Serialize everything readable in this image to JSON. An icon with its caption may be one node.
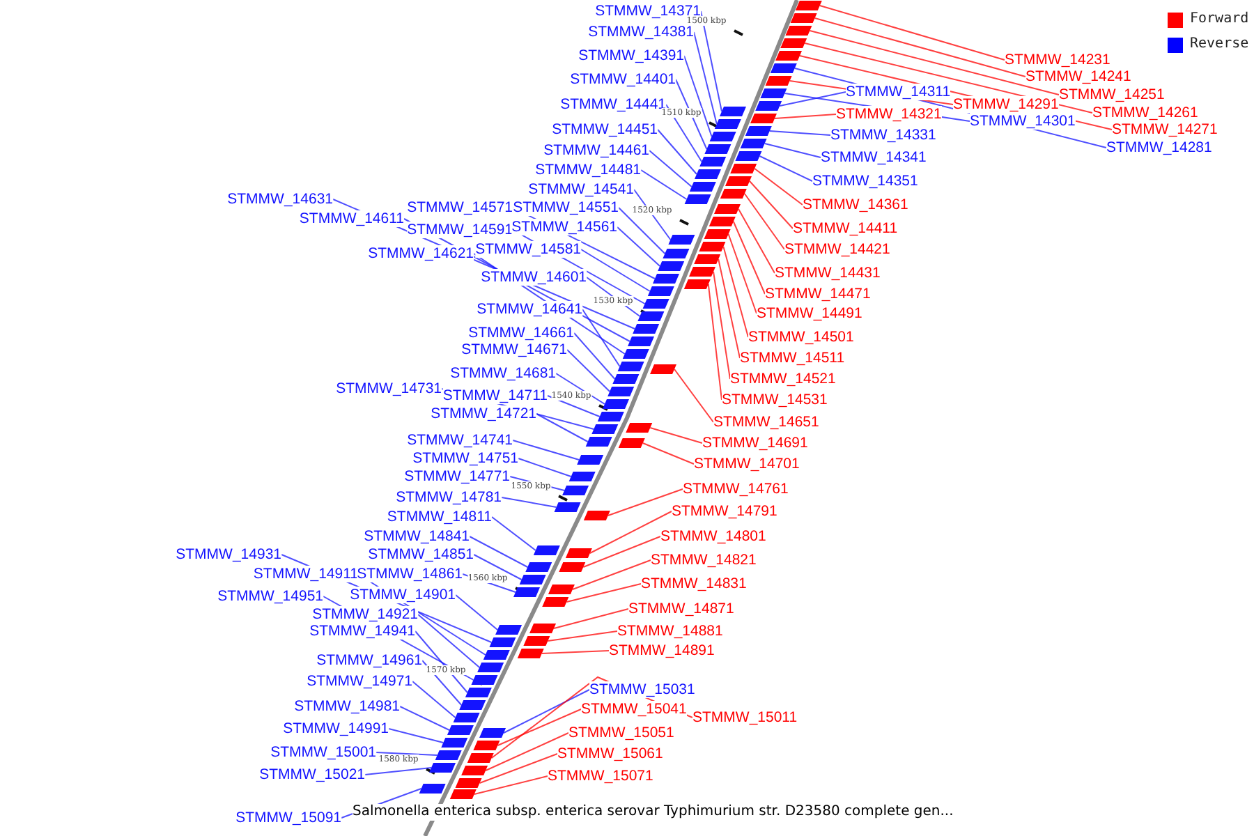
{
  "diagram": {
    "caption": "Salmonella enterica subsp. enterica serovar Typhimurium str. D23580 complete gen...",
    "nodes": [
      {
        "text": [
          "STMMW_14371"
        ]
      },
      {
        "text": [
          "STMMW_14381"
        ]
      },
      {
        "text": [
          "STMMW_14391"
        ]
      },
      {
        "text": [
          "STMMW_14401"
        ]
      },
      {
        "text": [
          "STMMW_14441"
        ]
      },
      {
        "text": [
          "STMMW_14451"
        ]
      },
      {
        "text": [
          "STMMW_14461"
        ]
      },
      {
        "text": [
          "STMMW_14481"
        ]
      },
      {
        "text": [
          "STMMW_14541"
        ]
      },
      {
        "text": [
          "STMMW_14631"
        ]
      },
      {
        "text": [
          "STMMW_14571"
        ]
      },
      {
        "text": [
          "STMMW_14551"
        ]
      },
      {
        "text": [
          "STMMW_14611"
        ]
      },
      {
        "text": [
          "STMMW_14591"
        ]
      },
      {
        "text": [
          "STMMW_14561"
        ]
      },
      {
        "text": [
          "STMMW_14621"
        ]
      },
      {
        "text": [
          "STMMW_14581"
        ]
      },
      {
        "text": [
          "STMMW_14601"
        ]
      },
      {
        "text": [
          "STMMW_14641"
        ]
      },
      {
        "text": [
          "STMMW_14661"
        ]
      },
      {
        "text": [
          "STMMW_14671"
        ]
      },
      {
        "text": [
          "STMMW_14681"
        ]
      },
      {
        "text": [
          "STMMW_14731"
        ]
      },
      {
        "text": [
          "STMMW_14711"
        ]
      },
      {
        "text": [
          "STMMW_14721"
        ]
      },
      {
        "text": [
          "STMMW_14741"
        ]
      },
      {
        "text": [
          "STMMW_14751"
        ]
      },
      {
        "text": [
          "STMMW_14771"
        ]
      },
      {
        "text": [
          "STMMW_14781"
        ]
      },
      {
        "text": [
          "STMMW_14811"
        ]
      },
      {
        "text": [
          "STMMW_14841"
        ]
      },
      {
        "text": [
          "STMMW_14851"
        ]
      },
      {
        "text": [
          "STMMW_14931"
        ]
      },
      {
        "text": [
          "STMMW_14911"
        ]
      },
      {
        "text": [
          "STMMW_14861"
        ]
      },
      {
        "text": [
          "STMMW_14951"
        ]
      },
      {
        "text": [
          "STMMW_14901"
        ]
      },
      {
        "text": [
          "STMMW_14921"
        ]
      },
      {
        "text": [
          "STMMW_14941"
        ]
      },
      {
        "text": [
          "STMMW_14961"
        ]
      },
      {
        "text": [
          "STMMW_14971"
        ]
      },
      {
        "text": [
          "STMMW_14981"
        ]
      },
      {
        "text": [
          "STMMW_14991"
        ]
      },
      {
        "text": [
          "STMMW_15001"
        ]
      },
      {
        "text": [
          "STMMW_15021"
        ]
      },
      {
        "text": [
          "STMMW_15091"
        ]
      },
      {
        "text": [
          "STMMW_14231"
        ]
      },
      {
        "text": [
          "STMMW_14241"
        ]
      },
      {
        "text": [
          "STMMW_14251"
        ]
      },
      {
        "text": [
          "STMMW_14261"
        ]
      },
      {
        "text": [
          "STMMW_14271"
        ]
      },
      {
        "text": [
          "STMMW_14281"
        ]
      },
      {
        "text": [
          "STMMW_14291"
        ]
      },
      {
        "text": [
          "STMMW_14301"
        ]
      },
      {
        "text": [
          "STMMW_14311"
        ]
      },
      {
        "text": [
          "STMMW_14321"
        ]
      },
      {
        "text": [
          "STMMW_14331"
        ]
      },
      {
        "text": [
          "STMMW_14341"
        ]
      },
      {
        "text": [
          "STMMW_14351"
        ]
      },
      {
        "text": [
          "STMMW_14361"
        ]
      },
      {
        "text": [
          "STMMW_14411"
        ]
      },
      {
        "text": [
          "STMMW_14421"
        ]
      },
      {
        "text": [
          "STMMW_14431"
        ]
      },
      {
        "text": [
          "STMMW_14471"
        ]
      },
      {
        "text": [
          "STMMW_14491"
        ]
      },
      {
        "text": [
          "STMMW_14501"
        ]
      },
      {
        "text": [
          "STMMW_14511"
        ]
      },
      {
        "text": [
          "STMMW_14521"
        ]
      },
      {
        "text": [
          "STMMW_14531"
        ]
      },
      {
        "text": [
          "STMMW_14651"
        ]
      },
      {
        "text": [
          "STMMW_14691"
        ]
      },
      {
        "text": [
          "STMMW_14701"
        ]
      },
      {
        "text": [
          "STMMW_14761"
        ]
      },
      {
        "text": [
          "STMMW_14791"
        ]
      },
      {
        "text": [
          "STMMW_14801"
        ]
      },
      {
        "text": [
          "STMMW_14821"
        ]
      },
      {
        "text": [
          "STMMW_14831"
        ]
      },
      {
        "text": [
          "STMMW_14871"
        ]
      },
      {
        "text": [
          "STMMW_14881"
        ]
      },
      {
        "text": [
          "STMMW_14891"
        ]
      },
      {
        "text": [
          "STMMW_15031"
        ]
      },
      {
        "text": [
          "STMMW_15041"
        ]
      },
      {
        "text": [
          "STMMW_15011"
        ]
      },
      {
        "text": [
          "STMMW_15051"
        ]
      },
      {
        "text": [
          "STMMW_15061"
        ]
      },
      {
        "text": [
          "STMMW_15071"
        ]
      },
      {
        "text": [],
        "shape": "bar"
      },
      {
        "text": [],
        "shape": "bar"
      },
      {
        "text": [],
        "shape": "bar"
      },
      {
        "text": [],
        "shape": "bar"
      },
      {
        "text": [],
        "shape": "bar"
      },
      {
        "text": [],
        "shape": "bar"
      },
      {
        "text": [],
        "shape": "bar"
      },
      {
        "text": [],
        "shape": "bar"
      },
      {
        "text": [],
        "shape": "bar"
      },
      {
        "text": [],
        "shape": "bar"
      },
      {
        "text": [],
        "shape": "bar"
      },
      {
        "text": [],
        "shape": "bar"
      },
      {
        "text": [],
        "shape": "bar"
      },
      {
        "text": [],
        "shape": "bar"
      },
      {
        "text": [],
        "shape": "bar"
      },
      {
        "text": [],
        "shape": "bar"
      },
      {
        "text": [],
        "shape": "bar"
      },
      {
        "text": [],
        "shape": "bar"
      },
      {
        "text": [],
        "shape": "bar"
      },
      {
        "text": [],
        "shape": "bar"
      },
      {
        "text": [],
        "shape": "bar"
      },
      {
        "text": [],
        "shape": "bar"
      },
      {
        "text": [],
        "shape": "bar"
      },
      {
        "text": [],
        "shape": "bar"
      },
      {
        "text": [],
        "shape": "bar"
      },
      {
        "text": [],
        "shape": "bar"
      },
      {
        "text": [],
        "shape": "bar"
      },
      {
        "text": [],
        "shape": "bar"
      },
      {
        "text": [],
        "shape": "bar"
      },
      {
        "text": [],
        "shape": "bar"
      },
      {
        "text": [],
        "shape": "bar"
      },
      {
        "text": [],
        "shape": "bar"
      },
      {
        "text": [],
        "shape": "bar"
      },
      {
        "text": [],
        "shape": "bar"
      },
      {
        "text": [],
        "shape": "bar"
      },
      {
        "text": [],
        "shape": "bar"
      },
      {
        "text": [],
        "shape": "bar"
      },
      {
        "text": [],
        "shape": "bar"
      },
      {
        "text": [],
        "shape": "bar"
      },
      {
        "text": [],
        "shape": "bar"
      },
      {
        "text": [],
        "shape": "bar"
      },
      {
        "text": [],
        "shape": "bar"
      },
      {
        "text": [],
        "shape": "bar"
      },
      {
        "text": [],
        "shape": "bar"
      },
      {
        "text": [],
        "shape": "bar"
      },
      {
        "text": [],
        "shape": "bar"
      },
      {
        "text": [],
        "shape": "bar"
      },
      {
        "text": [],
        "shape": "bar"
      },
      {
        "text": [],
        "shape": "bar"
      },
      {
        "text": [],
        "shape": "bar"
      },
      {
        "text": [],
        "shape": "bar"
      },
      {
        "text": [],
        "shape": "bar"
      },
      {
        "text": [],
        "shape": "bar"
      },
      {
        "text": [],
        "shape": "bar"
      },
      {
        "text": [],
        "shape": "bar"
      },
      {
        "text": [],
        "shape": "bar"
      },
      {
        "text": [],
        "shape": "bar"
      },
      {
        "text": [],
        "shape": "bar"
      },
      {
        "text": [],
        "shape": "bar"
      },
      {
        "text": [],
        "shape": "bar"
      },
      {
        "text": [],
        "shape": "bar"
      },
      {
        "text": [],
        "shape": "bar"
      },
      {
        "text": [],
        "shape": "bar"
      },
      {
        "text": [],
        "shape": "bar"
      },
      {
        "text": [],
        "shape": "bar"
      },
      {
        "text": [],
        "shape": "bar"
      },
      {
        "text": [],
        "shape": "bar"
      },
      {
        "text": [],
        "shape": "bar"
      },
      {
        "text": [],
        "shape": "bar"
      },
      {
        "text": [],
        "shape": "bar"
      },
      {
        "text": [],
        "shape": "bar"
      },
      {
        "text": [],
        "shape": "bar"
      },
      {
        "text": [],
        "shape": "bar"
      },
      {
        "text": [],
        "shape": "bar"
      },
      {
        "text": [],
        "shape": "bar"
      },
      {
        "text": [],
        "shape": "bar"
      },
      {
        "text": [],
        "shape": "bar"
      },
      {
        "text": [],
        "shape": "bar"
      },
      {
        "text": [],
        "shape": "bar"
      },
      {
        "text": [],
        "shape": "bar"
      },
      {
        "text": [],
        "shape": "bar"
      },
      {
        "text": [],
        "shape": "bar"
      },
      {
        "text": [],
        "shape": "bar"
      },
      {
        "text": [],
        "shape": "bar"
      },
      {
        "text": [],
        "shape": "bar"
      },
      {
        "text": [],
        "shape": "bar"
      }
    ],
    "edges": [
      {
        "from": 0,
        "to": 86,
        "arrow": "none"
      },
      {
        "from": 1,
        "to": 87,
        "arrow": "none"
      },
      {
        "from": 2,
        "to": 88,
        "arrow": "none"
      },
      {
        "from": 3,
        "to": 89,
        "arrow": "none"
      },
      {
        "from": 4,
        "to": 90,
        "arrow": "none"
      },
      {
        "from": 5,
        "to": 91,
        "arrow": "none"
      },
      {
        "from": 6,
        "to": 92,
        "arrow": "none"
      },
      {
        "from": 7,
        "to": 93,
        "arrow": "none"
      },
      {
        "from": 8,
        "to": 94,
        "arrow": "none"
      },
      {
        "from": 9,
        "to": 95,
        "arrow": "none"
      },
      {
        "from": 10,
        "to": 96,
        "arrow": "none"
      },
      {
        "from": 11,
        "to": 97,
        "arrow": "none"
      },
      {
        "from": 12,
        "to": 98,
        "arrow": "none"
      },
      {
        "from": 13,
        "to": 99,
        "arrow": "none"
      },
      {
        "from": 14,
        "to": 100,
        "arrow": "none"
      },
      {
        "from": 15,
        "to": 101,
        "arrow": "none"
      },
      {
        "from": 16,
        "to": 102,
        "arrow": "none"
      },
      {
        "from": 17,
        "to": 103,
        "arrow": "none"
      },
      {
        "from": 18,
        "to": 104,
        "arrow": "none"
      },
      {
        "from": 19,
        "to": 105,
        "arrow": "none"
      },
      {
        "from": 20,
        "to": 106,
        "arrow": "none"
      },
      {
        "from": 21,
        "to": 107,
        "arrow": "none"
      },
      {
        "from": 22,
        "to": 108,
        "arrow": "none"
      },
      {
        "from": 23,
        "to": 109,
        "arrow": "none"
      },
      {
        "from": 24,
        "to": 110,
        "arrow": "none"
      },
      {
        "from": 25,
        "to": 111,
        "arrow": "none"
      },
      {
        "from": 26,
        "to": 112,
        "arrow": "none"
      },
      {
        "from": 27,
        "to": 113,
        "arrow": "none"
      },
      {
        "from": 28,
        "to": 114,
        "arrow": "none"
      },
      {
        "from": 29,
        "to": 115,
        "arrow": "none"
      },
      {
        "from": 30,
        "to": 116,
        "arrow": "none"
      },
      {
        "from": 31,
        "to": 117,
        "arrow": "none"
      },
      {
        "from": 32,
        "to": 118,
        "arrow": "none"
      },
      {
        "from": 33,
        "to": 119,
        "arrow": "none"
      },
      {
        "from": 34,
        "to": 120,
        "arrow": "none"
      },
      {
        "from": 35,
        "to": 121,
        "arrow": "none"
      },
      {
        "from": 36,
        "to": 122,
        "arrow": "none"
      },
      {
        "from": 37,
        "to": 123,
        "arrow": "none"
      },
      {
        "from": 38,
        "to": 124,
        "arrow": "none"
      },
      {
        "from": 39,
        "to": 125,
        "arrow": "none"
      },
      {
        "from": 40,
        "to": 126,
        "arrow": "none"
      },
      {
        "from": 41,
        "to": 127,
        "arrow": "none"
      },
      {
        "from": 42,
        "to": 128,
        "arrow": "none"
      },
      {
        "from": 43,
        "to": 129,
        "arrow": "none"
      },
      {
        "from": 44,
        "to": 130,
        "arrow": "none"
      },
      {
        "from": 45,
        "to": 131,
        "arrow": "none"
      },
      {
        "from": 46,
        "to": 132,
        "arrow": "none",
        "color": "#ff0000"
      },
      {
        "from": 47,
        "to": 133,
        "arrow": "none",
        "color": "#ff0000"
      },
      {
        "from": 48,
        "to": 134,
        "arrow": "none",
        "color": "#ff0000"
      },
      {
        "from": 49,
        "to": 135,
        "arrow": "none",
        "color": "#ff0000"
      },
      {
        "from": 50,
        "to": 136,
        "arrow": "none",
        "color": "#ff0000"
      },
      {
        "from": 51,
        "to": 137,
        "arrow": "none"
      },
      {
        "from": 52,
        "to": 138,
        "arrow": "none",
        "color": "#ff0000"
      },
      {
        "from": 53,
        "to": 139,
        "arrow": "none"
      },
      {
        "from": 54,
        "to": 140,
        "arrow": "none"
      },
      {
        "from": 55,
        "to": 141,
        "arrow": "none",
        "color": "#ff0000"
      },
      {
        "from": 56,
        "to": 142,
        "arrow": "none"
      },
      {
        "from": 57,
        "to": 143,
        "arrow": "none"
      },
      {
        "from": 58,
        "to": 144,
        "arrow": "none"
      },
      {
        "from": 59,
        "to": 145,
        "arrow": "none",
        "color": "#ff0000"
      },
      {
        "from": 60,
        "to": 146,
        "arrow": "none",
        "color": "#ff0000"
      },
      {
        "from": 61,
        "to": 147,
        "arrow": "none",
        "color": "#ff0000"
      },
      {
        "from": 62,
        "to": 148,
        "arrow": "none",
        "color": "#ff0000"
      },
      {
        "from": 63,
        "to": 149,
        "arrow": "none",
        "color": "#ff0000"
      },
      {
        "from": 64,
        "to": 150,
        "arrow": "none",
        "color": "#ff0000"
      },
      {
        "from": 65,
        "to": 151,
        "arrow": "none",
        "color": "#ff0000"
      },
      {
        "from": 66,
        "to": 152,
        "arrow": "none",
        "color": "#ff0000"
      },
      {
        "from": 67,
        "to": 153,
        "arrow": "none",
        "color": "#ff0000"
      },
      {
        "from": 68,
        "to": 154,
        "arrow": "none",
        "color": "#ff0000"
      },
      {
        "from": 69,
        "to": 155,
        "arrow": "none",
        "color": "#ff0000"
      },
      {
        "from": 70,
        "to": 156,
        "arrow": "none",
        "color": "#ff0000"
      },
      {
        "from": 71,
        "to": 157,
        "arrow": "none",
        "color": "#ff0000"
      },
      {
        "from": 72,
        "to": 158,
        "arrow": "none",
        "color": "#ff0000"
      },
      {
        "from": 73,
        "to": 159,
        "arrow": "none",
        "color": "#ff0000"
      },
      {
        "from": 74,
        "to": 160,
        "arrow": "none",
        "color": "#ff0000"
      },
      {
        "from": 75,
        "to": 161,
        "arrow": "none",
        "color": "#ff0000"
      },
      {
        "from": 76,
        "to": 162,
        "arrow": "none",
        "color": "#ff0000"
      },
      {
        "from": 77,
        "to": 163,
        "arrow": "none",
        "color": "#ff0000"
      },
      {
        "from": 78,
        "to": 164,
        "arrow": "none",
        "color": "#ff0000"
      },
      {
        "from": 79,
        "to": 165,
        "arrow": "none",
        "color": "#ff0000"
      },
      {
        "from": 80,
        "to": 166,
        "arrow": "none"
      },
      {
        "from": 81,
        "to": 167,
        "arrow": "none",
        "color": "#ff0000"
      },
      {
        "from": 82,
        "to": 168,
        "arrow": "none",
        "color": "#ff0000"
      },
      {
        "from": 83,
        "to": 169,
        "arrow": "none",
        "color": "#ff0000"
      },
      {
        "from": 84,
        "to": 170,
        "arrow": "none",
        "color": "#ff0000"
      },
      {
        "from": 85,
        "to": 171,
        "arrow": "none",
        "color": "#ff0000"
      }
    ],
    "labels": [
      "1500 kbp",
      "1510 kbp",
      "1520 kbp",
      "1530 kbp",
      "1540 kbp",
      "1550 kbp",
      "1560 kbp",
      "1570 kbp",
      "1580 kbp"
    ],
    "legend": [
      {
        "text": "Forward",
        "color": "#ff0000"
      },
      {
        "text": "Reverse",
        "color": "#0000ff"
      }
    ]
  }
}
